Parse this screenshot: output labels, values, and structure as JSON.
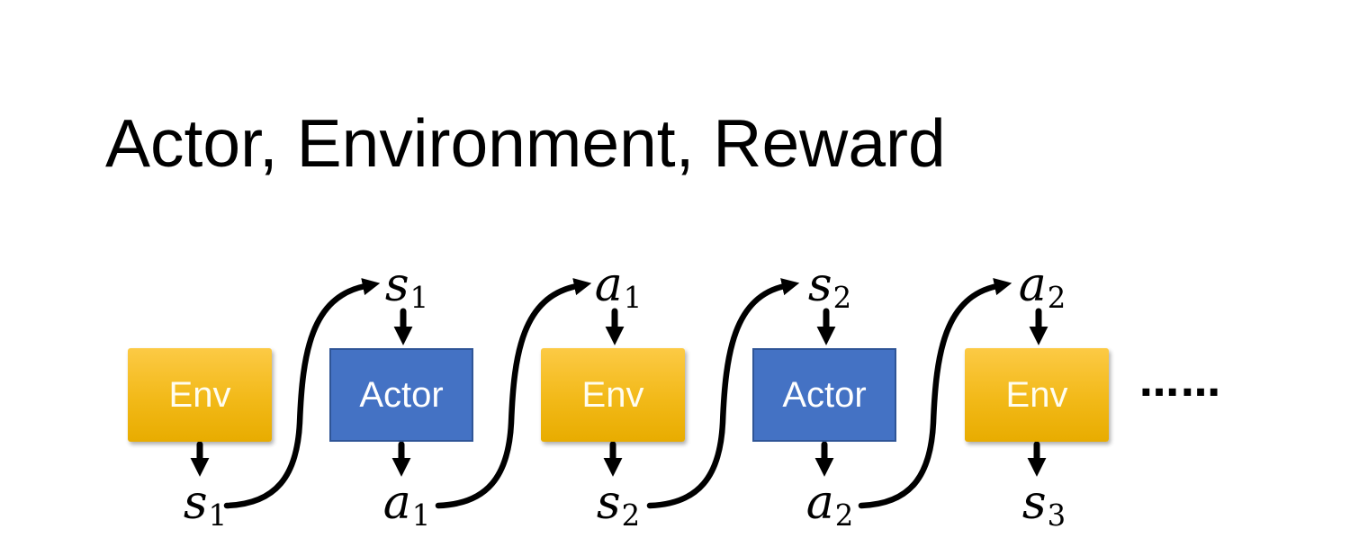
{
  "title": "Actor, Environment, Reward",
  "diagram": {
    "boxes": [
      {
        "label": "Env",
        "type": "env"
      },
      {
        "label": "Actor",
        "type": "actor"
      },
      {
        "label": "Env",
        "type": "env"
      },
      {
        "label": "Actor",
        "type": "actor"
      },
      {
        "label": "Env",
        "type": "env"
      }
    ],
    "top_labels": [
      {
        "base": "s",
        "sub": "1"
      },
      {
        "base": "a",
        "sub": "1"
      },
      {
        "base": "s",
        "sub": "2"
      },
      {
        "base": "a",
        "sub": "2"
      }
    ],
    "bottom_labels": [
      {
        "base": "s",
        "sub": "1"
      },
      {
        "base": "a",
        "sub": "1"
      },
      {
        "base": "s",
        "sub": "2"
      },
      {
        "base": "a",
        "sub": "2"
      },
      {
        "base": "s",
        "sub": "3"
      }
    ],
    "ellipsis": "……",
    "colors": {
      "env_gradient_top": "#FCCA45",
      "env_gradient_bottom": "#E8AC00",
      "actor_fill": "#4472C4",
      "actor_border": "#2F5597",
      "box_text": "#FFFFFF",
      "arrow": "#000000",
      "title_text": "#000000",
      "background": "#FFFFFF"
    }
  }
}
